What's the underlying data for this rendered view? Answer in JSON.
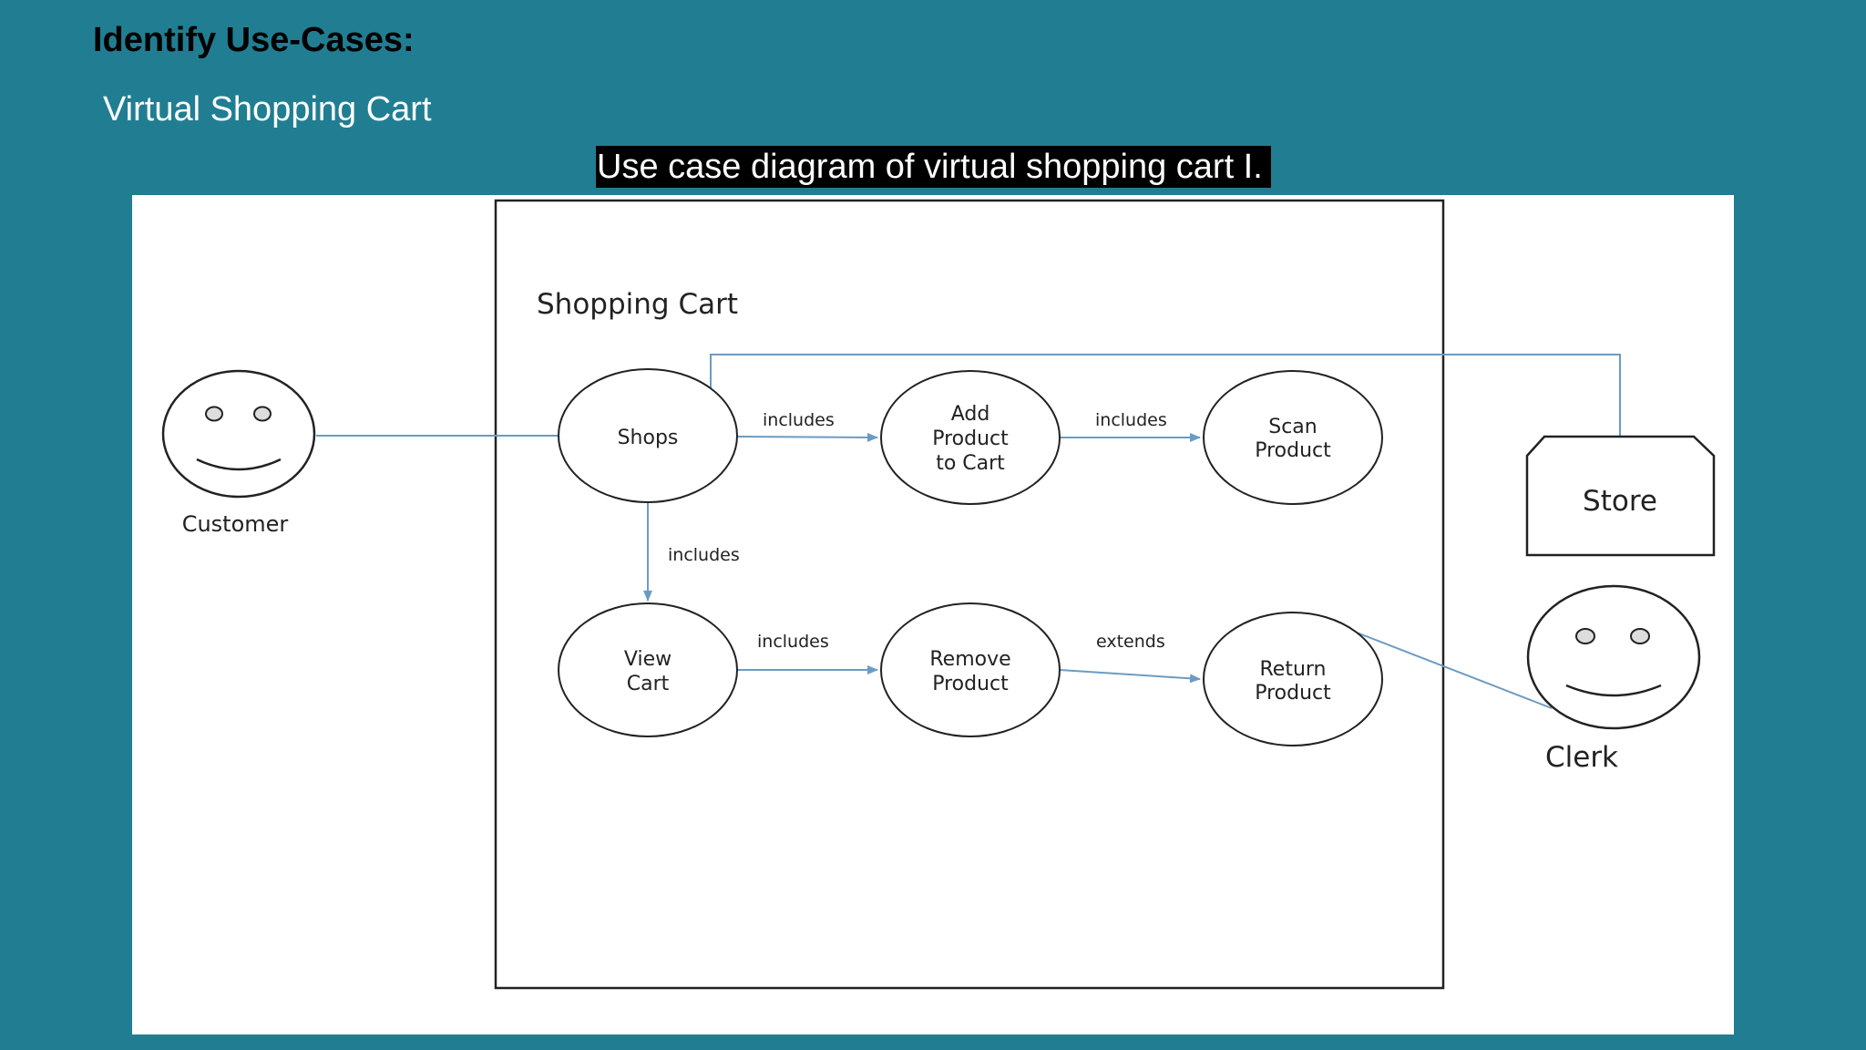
{
  "slide": {
    "heading": "Identify Use-Cases:",
    "subtitle": "Virtual Shopping Cart",
    "caption": "Use case diagram of virtual shopping cart I."
  },
  "diagram": {
    "system_boundary_label": "Shopping Cart",
    "actors": {
      "customer": "Customer",
      "clerk": "Clerk"
    },
    "external_entity": "Store",
    "use_cases": {
      "shops": [
        "Shops"
      ],
      "add_product": [
        "Add",
        "Product",
        "to Cart"
      ],
      "scan_product": [
        "Scan",
        "Product"
      ],
      "view_cart": [
        "View",
        "Cart"
      ],
      "remove_product": [
        "Remove",
        "Product"
      ],
      "return_product": [
        "Return",
        "Product"
      ]
    },
    "relationships": {
      "shops_add": "includes",
      "add_scan": "includes",
      "shops_view": "includes",
      "view_remove": "includes",
      "remove_return": "extends"
    }
  },
  "colors": {
    "background": "#217e92",
    "connector": "#6b9bc3",
    "outline": "#222222"
  }
}
